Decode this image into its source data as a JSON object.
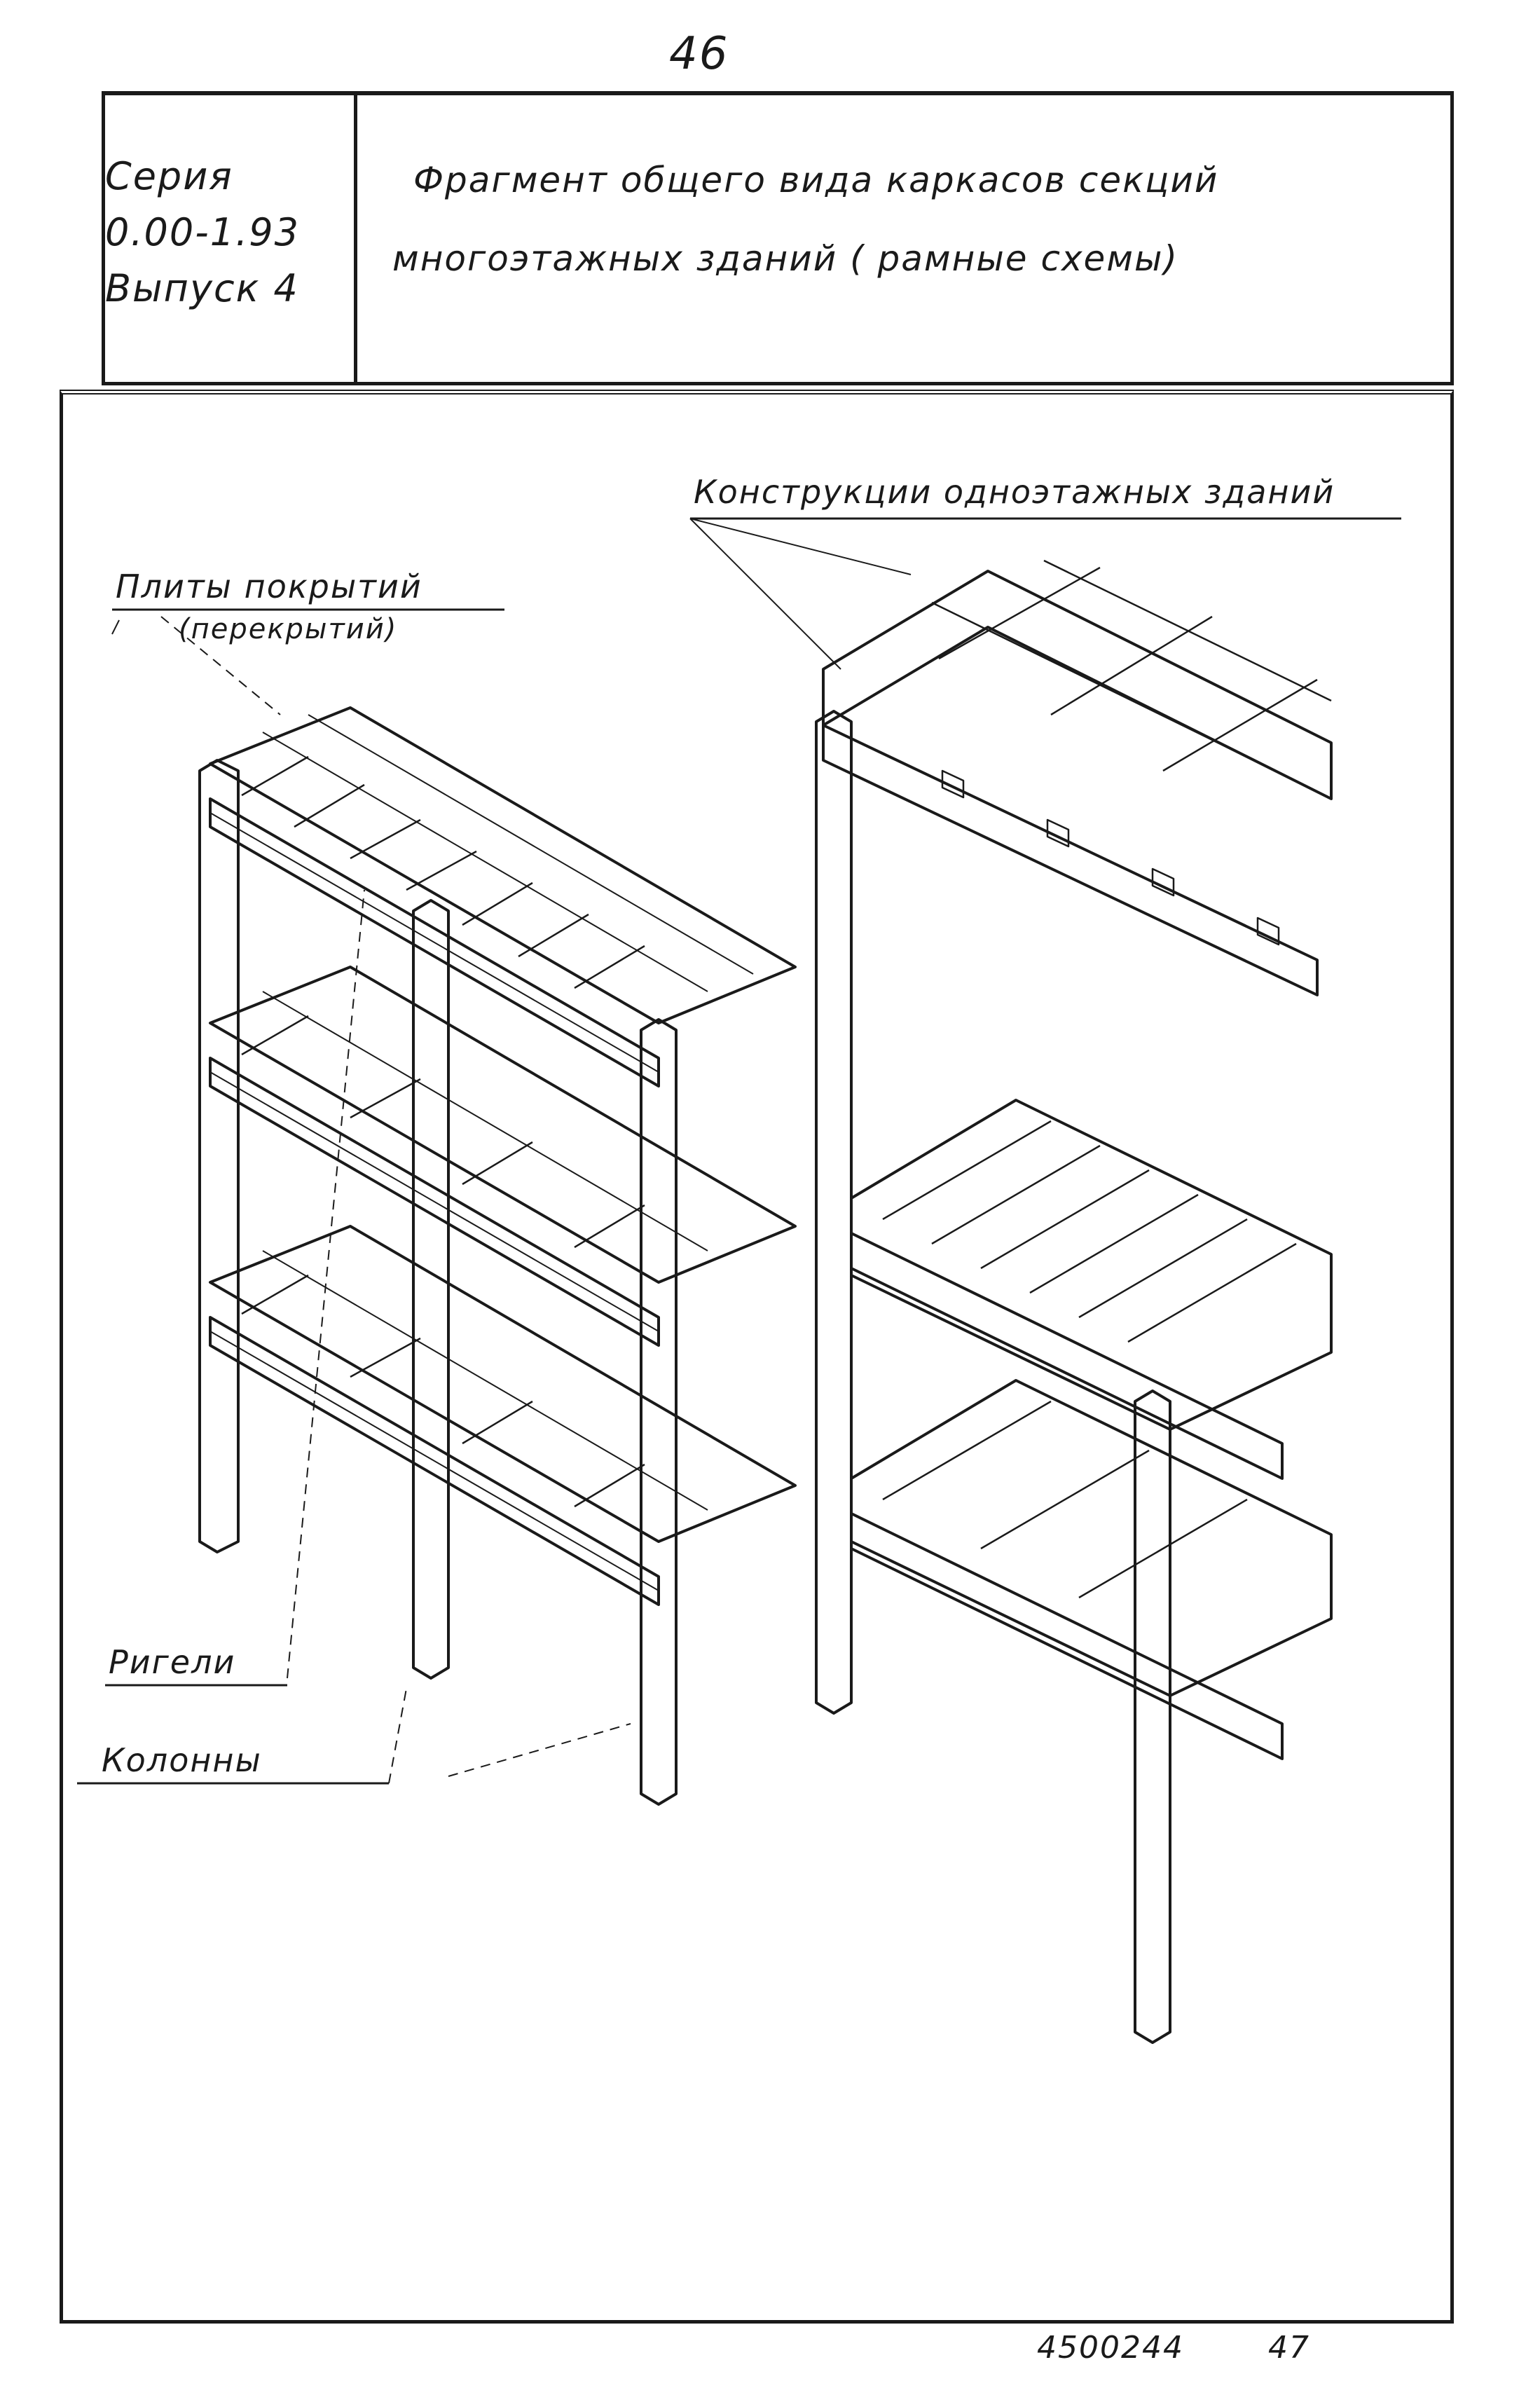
{
  "page_number": "46",
  "header": {
    "series_label": "Серия",
    "series_code": "0.00-1.93",
    "issue": "Выпуск 4",
    "title_line_1": "Фрагмент общего вида каркасов секций",
    "title_line_2": "многоэтажных зданий ( рамные схемы)"
  },
  "callouts": {
    "single_storey": "Конструкции одноэтажных зданий",
    "slabs_line_1": "Плиты покрытий",
    "slabs_line_2": "(перекрытий)",
    "girders": "Ригели",
    "columns": "Колонны"
  },
  "footer": {
    "code": "4500244",
    "sheet": "47"
  }
}
